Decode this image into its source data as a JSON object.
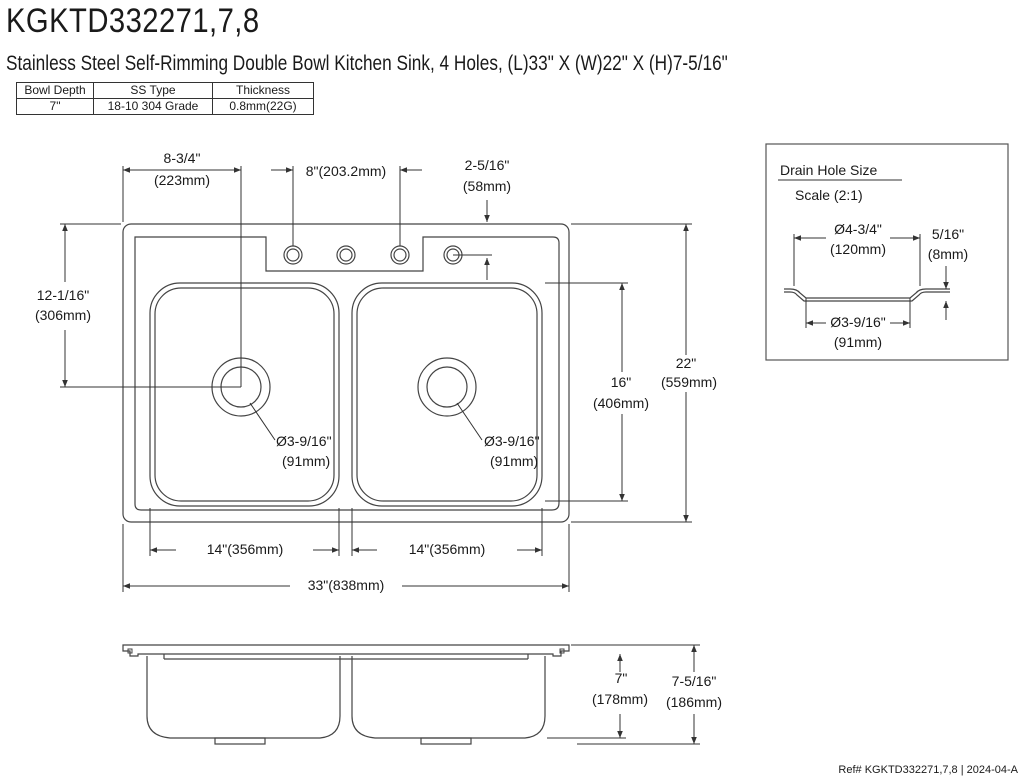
{
  "title": "KGKTD332271,7,8",
  "subtitle": "Stainless Steel Self-Rimming Double Bowl Kitchen Sink, 4 Holes, (L)33\" X (W)22\" X (H)7-5/16\"",
  "spec_table": {
    "headers": [
      "Bowl Depth",
      "SS Type",
      "Thickness"
    ],
    "values": [
      "7\"",
      "18-10 304 Grade",
      "0.8mm(22G)"
    ]
  },
  "dims": {
    "drain_offset": [
      "8-3/4\"",
      "(223mm)"
    ],
    "hole_spacing": "8\"(203.2mm)",
    "rim_hole": [
      "2-5/16\"",
      "(58mm)"
    ],
    "drain_depth_left": [
      "12-1/16\"",
      "(306mm)"
    ],
    "bowl_height": [
      "16\"",
      "(406mm)"
    ],
    "overall_width": [
      "22\"",
      "(559mm)"
    ],
    "drain_left": [
      "Ø3-9/16\"",
      "(91mm)"
    ],
    "drain_right": [
      "Ø3-9/16\"",
      "(91mm)"
    ],
    "bowl_left_len": "14\"(356mm)",
    "bowl_right_len": "14\"(356mm)",
    "overall_len": "33\"(838mm)",
    "bowl_depth": [
      "7\"",
      "(178mm)"
    ],
    "overall_depth": [
      "7-5/16\"",
      "(186mm)"
    ]
  },
  "drain_box": {
    "title": "Drain Hole Size",
    "scale": "Scale (2:1)",
    "top_dia": [
      "Ø4-3/4\"",
      "(120mm)"
    ],
    "height": [
      "5/16\"",
      "(8mm)"
    ],
    "bottom_dia": [
      "Ø3-9/16\"",
      "(91mm)"
    ]
  },
  "ref": "Ref# KGKTD332271,7,8 | 2024-04-A"
}
